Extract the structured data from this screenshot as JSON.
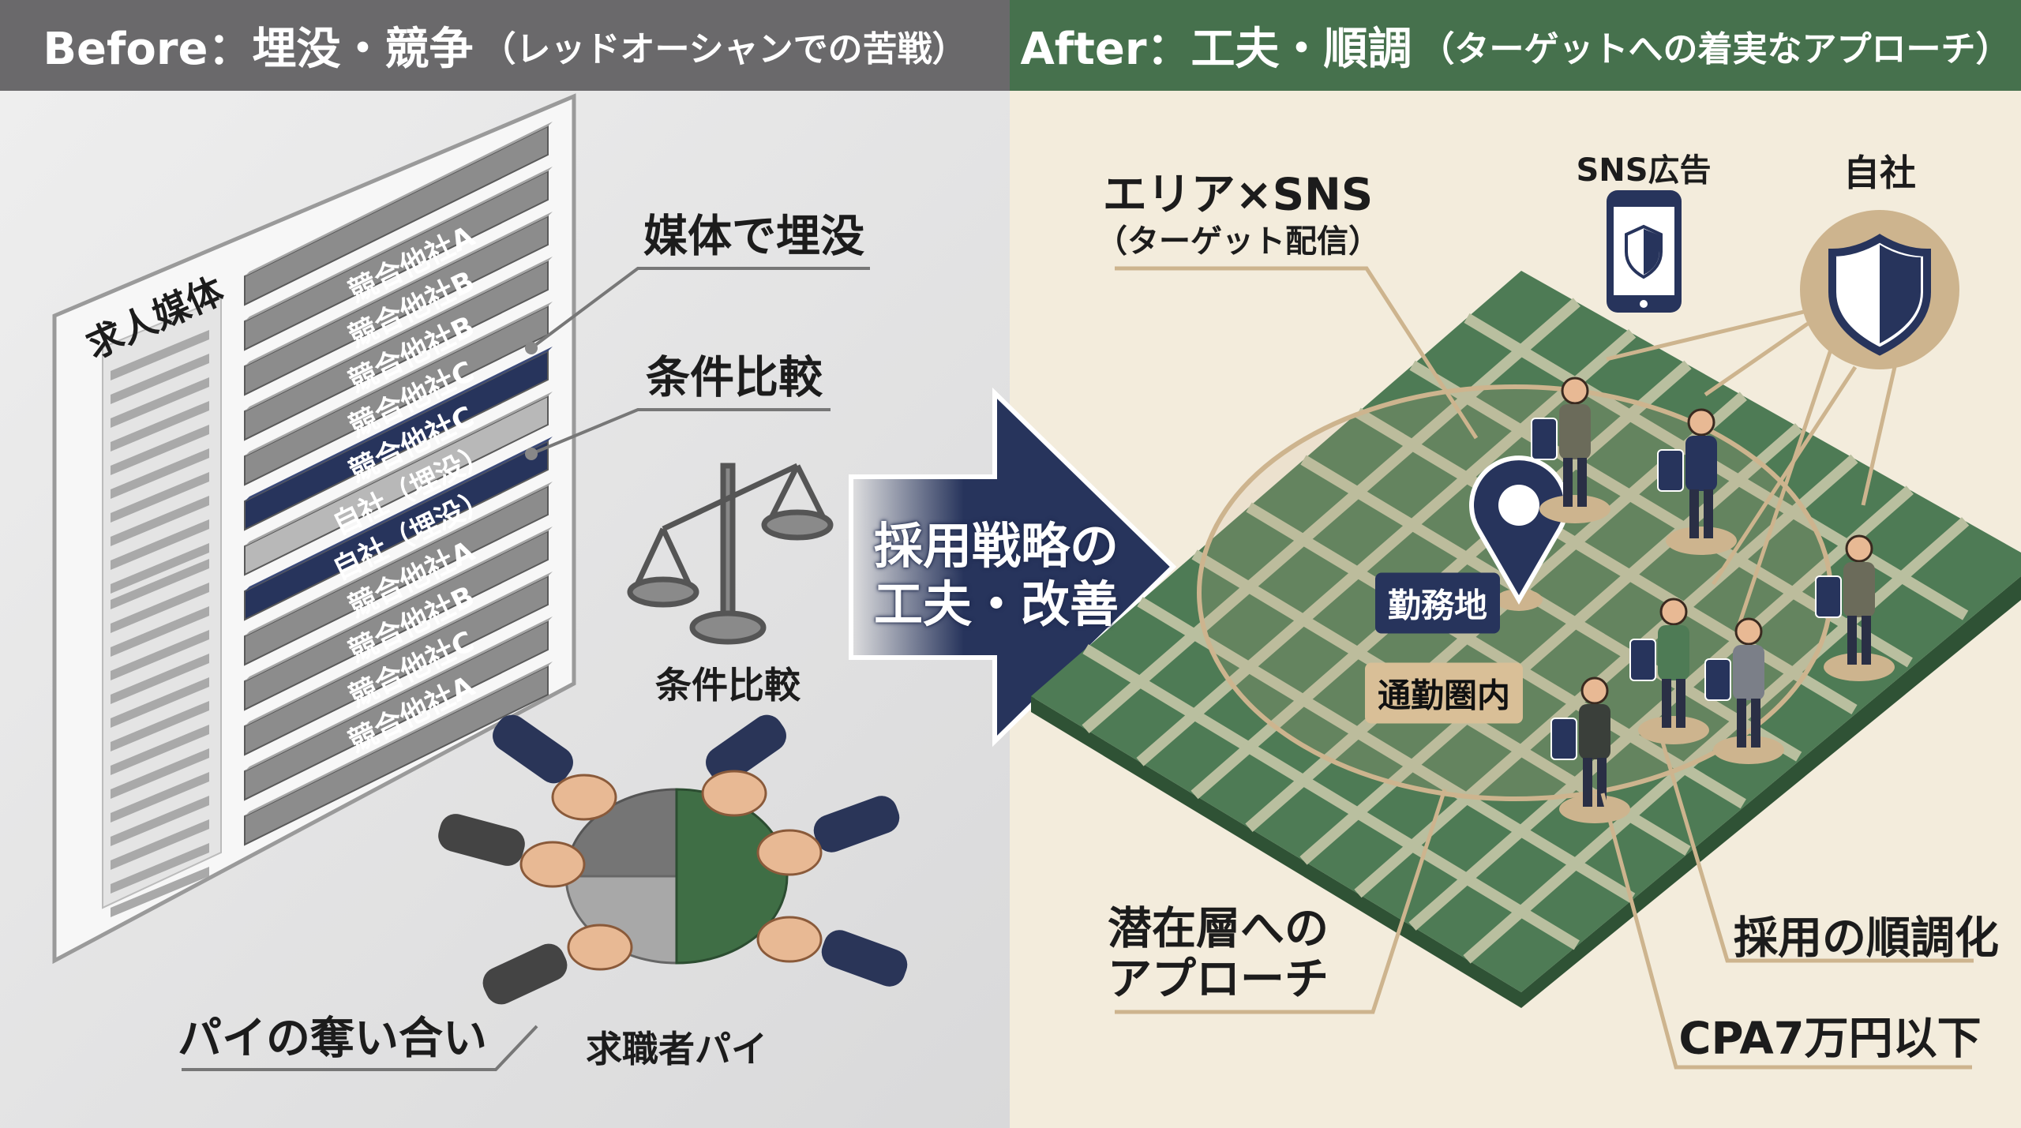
{
  "header": {
    "before": {
      "title": "Before：埋没・競争",
      "subtitle": "（レッドオーシャンでの苦戦）",
      "color": "#6a696b"
    },
    "after": {
      "title": "After：工夫・順調",
      "subtitle": "（ターゲットへの着実なアプローチ）",
      "color": "#46714d"
    }
  },
  "before": {
    "board_title": "求人媒体",
    "listings": [
      "競合他社A",
      "競合他社B",
      "競合他社B",
      "競合他社C",
      "競合他社C",
      "自社（埋没）",
      "自社（埋没）",
      "競合他社A",
      "競合他社B",
      "競合他社C",
      "競合他社A"
    ],
    "highlighted": [
      4,
      6
    ],
    "callout_buried": "媒体で埋没",
    "callout_compare": "条件比較",
    "scale_caption": "条件比較",
    "pie_caption": "求職者パイ",
    "pie_fight": "パイの奪い合い",
    "icons": [
      "scale-icon",
      "pie-chart-icon",
      "hand-icon"
    ]
  },
  "center_arrow": {
    "line1": "採用戦略の",
    "line2": "工夫・改善",
    "color": "#27345c"
  },
  "after": {
    "callout_area": "エリア×SNS",
    "callout_area_sub": "（ターゲット配信）",
    "sns_label": "SNS広告",
    "company_label": "自社",
    "work_tag": "勤務地",
    "commute_tag": "通勤圏内",
    "callout_latent1": "潜在層への",
    "callout_latent2": "アプローチ",
    "callout_smooth": "採用の順調化",
    "callout_cpa": "CPA7万円以下",
    "icons": [
      "smartphone-icon",
      "shield-icon",
      "map-pin-icon",
      "person-icon"
    ],
    "colors": {
      "map": "#4e7b55",
      "road": "#b9bf9f",
      "navy": "#27345c",
      "tan": "#cdb48e"
    }
  }
}
